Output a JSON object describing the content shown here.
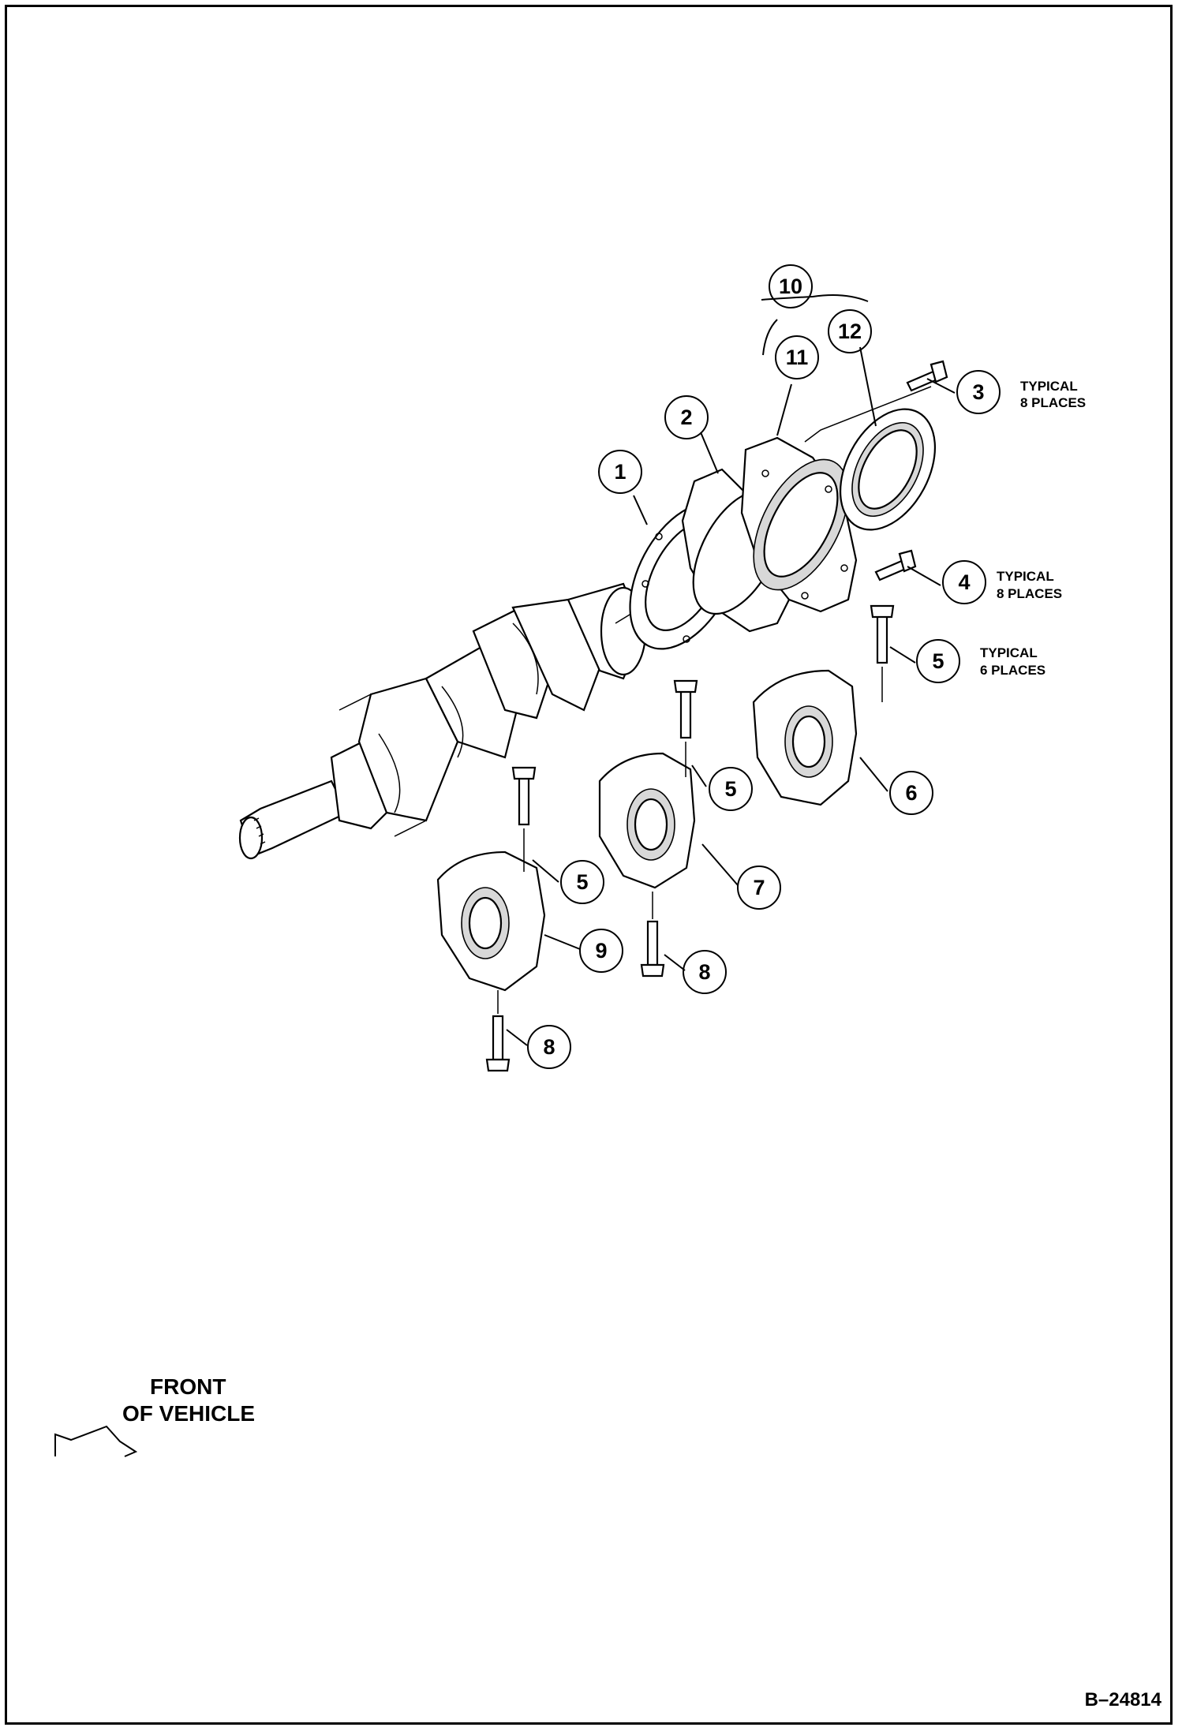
{
  "callouts": [
    {
      "id": "c1",
      "label": "1"
    },
    {
      "id": "c2",
      "label": "2"
    },
    {
      "id": "c3",
      "label": "3"
    },
    {
      "id": "c4",
      "label": "4"
    },
    {
      "id": "c5a",
      "label": "5"
    },
    {
      "id": "c5b",
      "label": "5"
    },
    {
      "id": "c5c",
      "label": "5"
    },
    {
      "id": "c6",
      "label": "6"
    },
    {
      "id": "c7",
      "label": "7"
    },
    {
      "id": "c8a",
      "label": "8"
    },
    {
      "id": "c8b",
      "label": "8"
    },
    {
      "id": "c9",
      "label": "9"
    },
    {
      "id": "c10",
      "label": "10"
    },
    {
      "id": "c11",
      "label": "11"
    },
    {
      "id": "c12",
      "label": "12"
    }
  ],
  "notes": {
    "n3_line1": "TYPICAL",
    "n3_line2": "8 PLACES",
    "n4_line1": "TYPICAL",
    "n4_line2": "8 PLACES",
    "n5_line1": "TYPICAL",
    "n5_line2": "6 PLACES"
  },
  "front": {
    "line1": "FRONT",
    "line2": "OF VEHICLE"
  },
  "figure_id": "B–24814"
}
